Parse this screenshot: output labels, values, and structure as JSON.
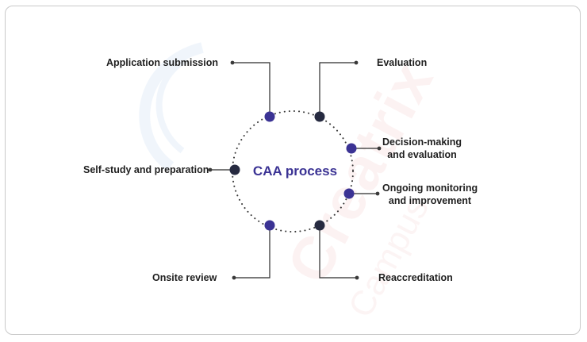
{
  "diagram": {
    "center_label": "CAA process",
    "steps": [
      {
        "label": "Application submission"
      },
      {
        "label": "Evaluation"
      },
      {
        "label": "Decision-making",
        "label2": "and evaluation"
      },
      {
        "label": "Ongoing monitoring",
        "label2": "and improvement"
      },
      {
        "label": "Self-study and preparation"
      },
      {
        "label": "Onsite review"
      },
      {
        "label": "Reaccreditation"
      }
    ],
    "watermark": {
      "line1": "Creatrix",
      "line2": "Campus"
    },
    "colors": {
      "primary_dot": "#3b3394",
      "dark_dot": "#262a40",
      "line": "#2b2b2b",
      "title": "#3b3394"
    }
  }
}
